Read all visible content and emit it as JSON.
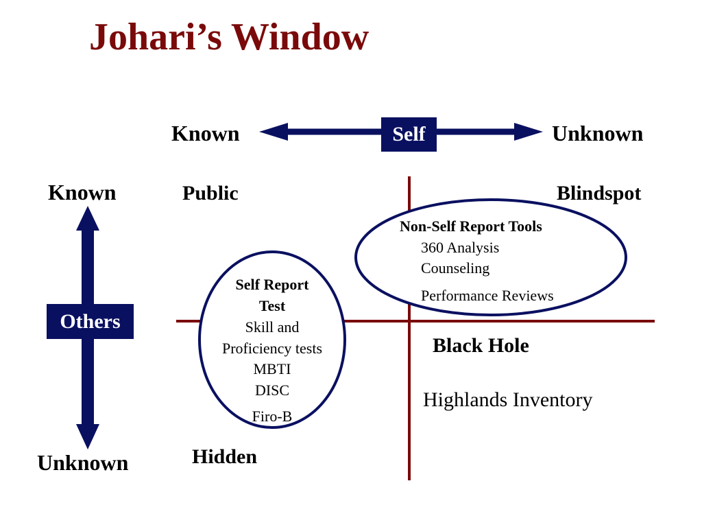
{
  "title": "Johari’s Window",
  "self_axis": {
    "label": "Self",
    "left": "Known",
    "right": "Unknown"
  },
  "others_axis": {
    "label": "Others",
    "top": "Known",
    "bottom": "Unknown"
  },
  "quadrants": {
    "public": "Public",
    "blindspot": "Blindspot",
    "hidden": "Hidden",
    "black_hole": "Black Hole"
  },
  "self_report": {
    "heading_line1": "Self Report",
    "heading_line2": "Test",
    "items": [
      "Skill and",
      "Proficiency tests",
      "MBTI",
      "DISC",
      "Firo-B"
    ]
  },
  "non_self_report": {
    "heading": "Non-Self Report Tools",
    "items": [
      "360 Analysis",
      "Counseling",
      "Performance Reviews"
    ]
  },
  "black_hole_item": "Highlands Inventory",
  "colors": {
    "title": "#7a0a0a",
    "navy": "#0a1060",
    "grid": "#7a0a0a"
  }
}
